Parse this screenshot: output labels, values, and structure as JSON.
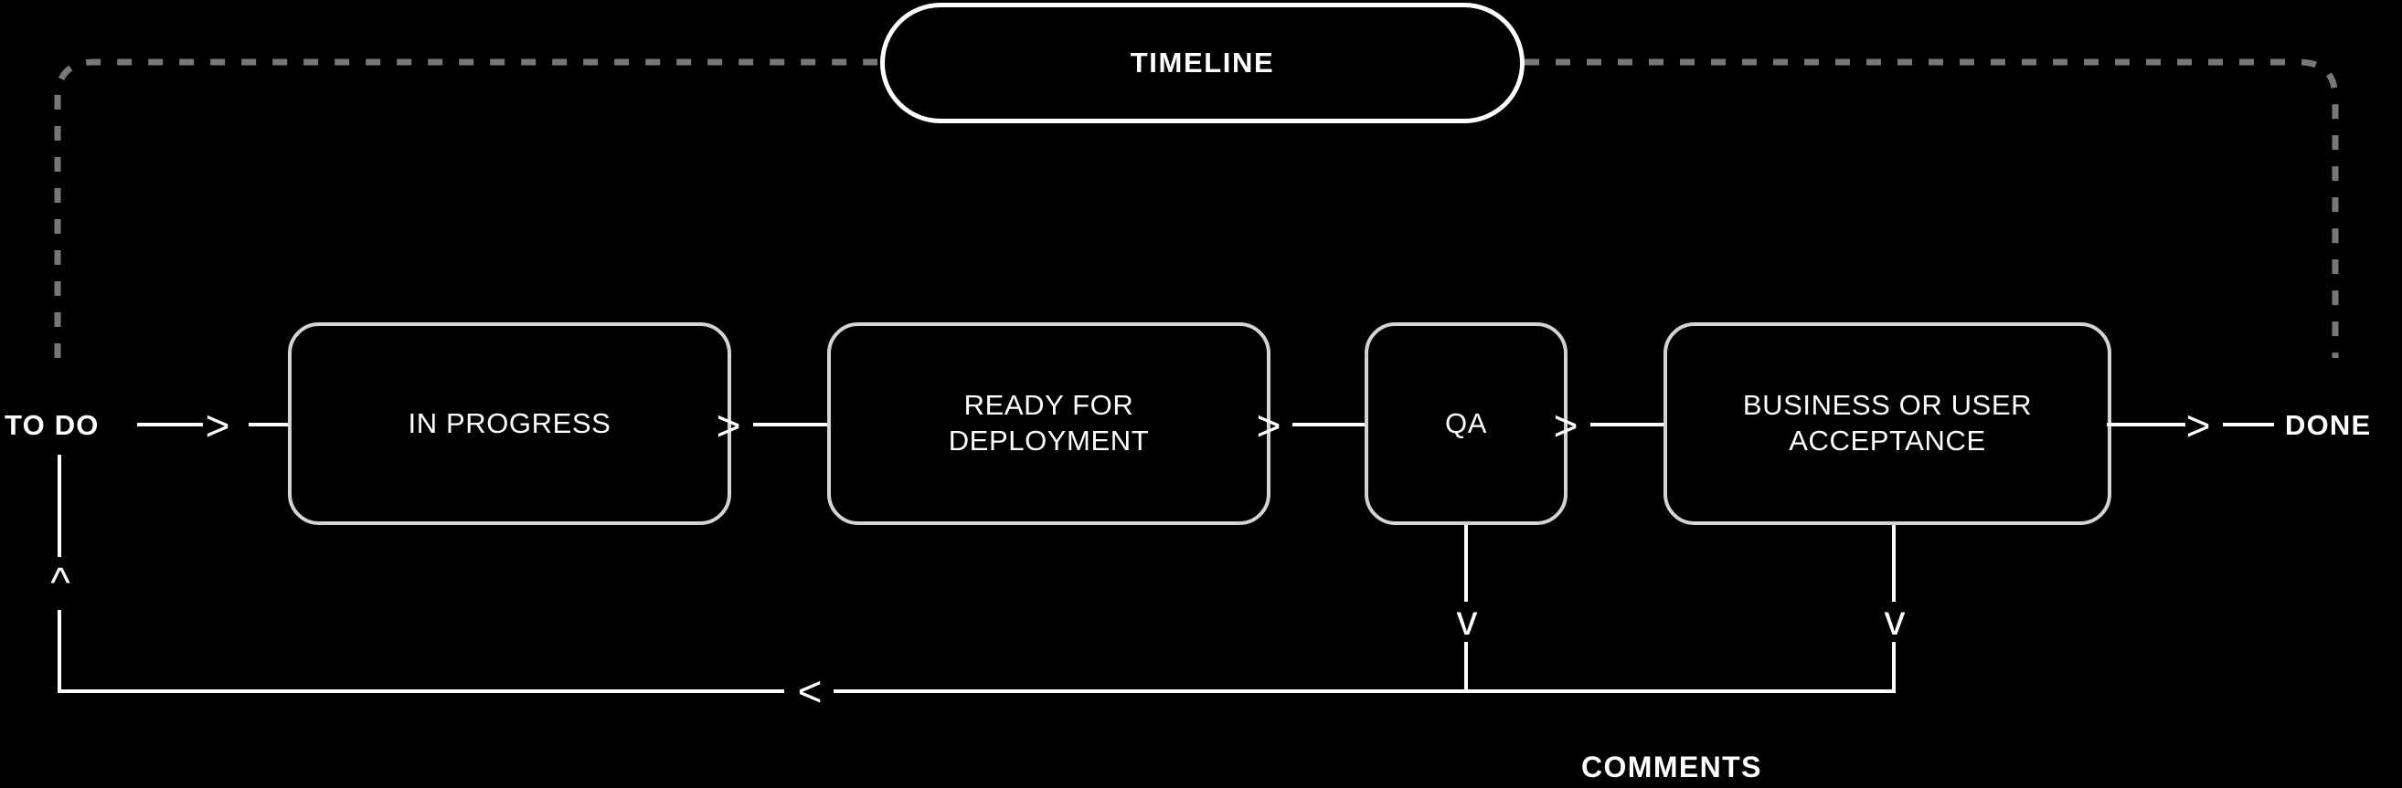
{
  "diagram": {
    "title": "TIMELINE",
    "caption": "COMMENTS",
    "colors": {
      "background": "#000000",
      "box_border": "#d4d4d4",
      "pill_border": "#ffffff",
      "text": "#ffffff",
      "connector": "#ffffff",
      "dashed_bracket": "#787878"
    }
  },
  "timeline": {
    "label": "TIMELINE"
  },
  "endpoints": {
    "start": "TO DO",
    "end": "DONE"
  },
  "stages": [
    {
      "id": "in-progress",
      "label": "IN PROGRESS"
    },
    {
      "id": "ready-for-deployment",
      "label": "READY FOR\nDEPLOYMENT"
    },
    {
      "id": "qa",
      "label": "QA"
    },
    {
      "id": "business-or-user-acceptance",
      "label": "BUSINESS OR USER\nACCEPTANCE"
    }
  ],
  "arrows": {
    "right": ">",
    "left": "<",
    "up": "^",
    "down": "v"
  },
  "feedback": {
    "caption": "COMMENTS",
    "from_qa": "v",
    "from_acceptance": "v",
    "to_todo": "^",
    "merge": "<"
  }
}
